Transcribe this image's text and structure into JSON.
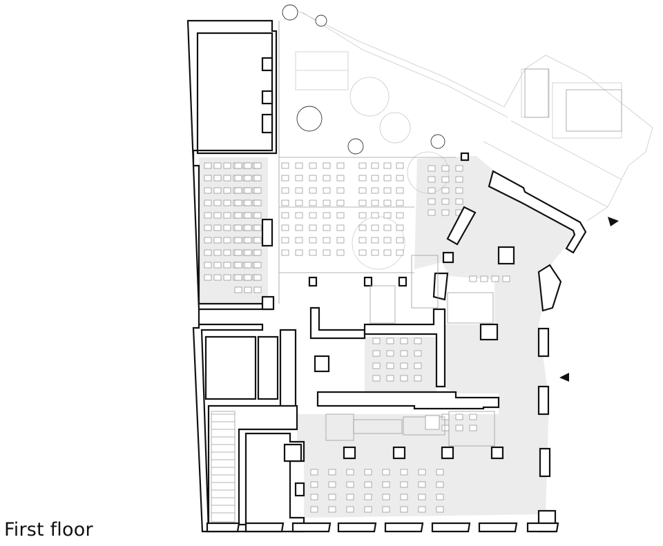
{
  "caption": {
    "title": "First floor"
  },
  "legend_marks": {
    "entrance_markers": [
      "entrance-arrow-upper",
      "entrance-arrow-lower"
    ]
  }
}
